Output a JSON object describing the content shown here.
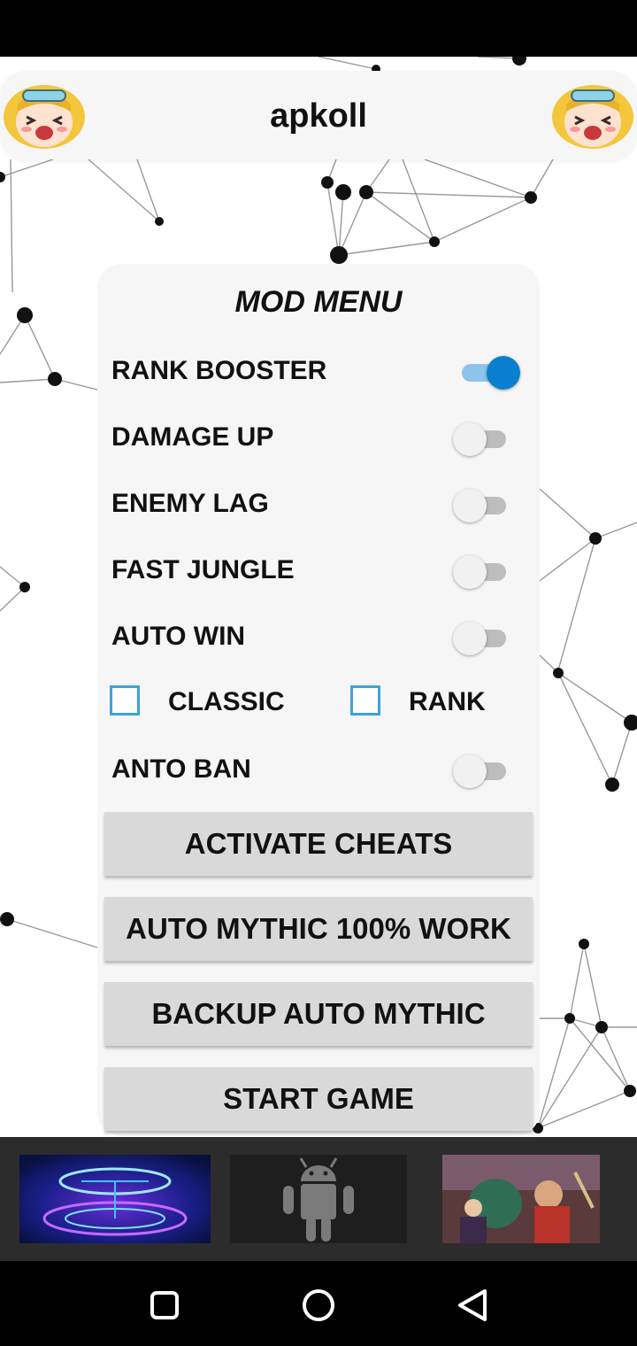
{
  "header": {
    "title": "apkoll",
    "mascot_icon": "chibi-mascot-icon"
  },
  "panel": {
    "title": "MOD MENU",
    "toggles": [
      {
        "label": "RANK BOOSTER",
        "on": true
      },
      {
        "label": "DAMAGE UP",
        "on": false
      },
      {
        "label": "ENEMY LAG",
        "on": false
      },
      {
        "label": "FAST JUNGLE",
        "on": false
      },
      {
        "label": "AUTO WIN",
        "on": false
      }
    ],
    "checkboxes": [
      {
        "label": "CLASSIC",
        "checked": false
      },
      {
        "label": "RANK",
        "checked": false
      }
    ],
    "anti_ban": {
      "label": "ANTO BAN",
      "on": false
    },
    "buttons": {
      "activate": "ACTIVATE CHEATS",
      "auto_mythic": "AUTO MYTHIC 100% WORK",
      "backup": "BACKUP AUTO MYTHIC",
      "start": "START GAME"
    }
  },
  "banners": [
    {
      "icon": "portal-ring-icon"
    },
    {
      "icon": "android-icon"
    },
    {
      "icon": "game-art-icon"
    }
  ],
  "nav": {
    "recents_icon": "square-icon",
    "home_icon": "circle-icon",
    "back_icon": "triangle-back-icon"
  },
  "colors": {
    "accent": "#0a7fd0",
    "checkbox_border": "#3ea2df",
    "panel_bg": "#f6f6f6",
    "button_bg": "#d9d9d9"
  }
}
